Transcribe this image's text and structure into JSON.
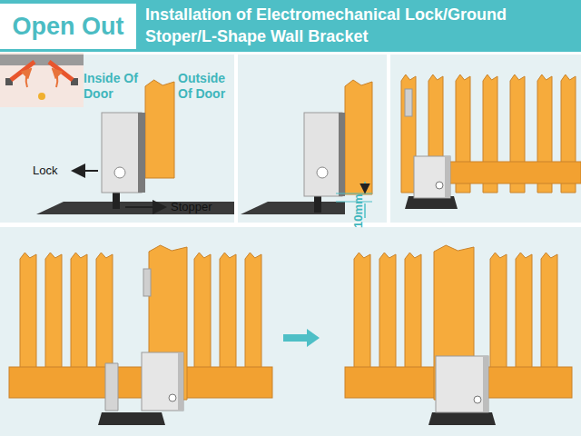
{
  "diagram": {
    "title": "Installation of Electromechanical Lock/Ground Stoper/L-Shape Wall Bracket",
    "nodes": [
      {
        "text": [
          "Open Out"
        ]
      }
    ],
    "labels": [
      "Inside Of Door",
      "Outside Of Door",
      "Lock",
      "Stopper",
      "10mm"
    ]
  }
}
